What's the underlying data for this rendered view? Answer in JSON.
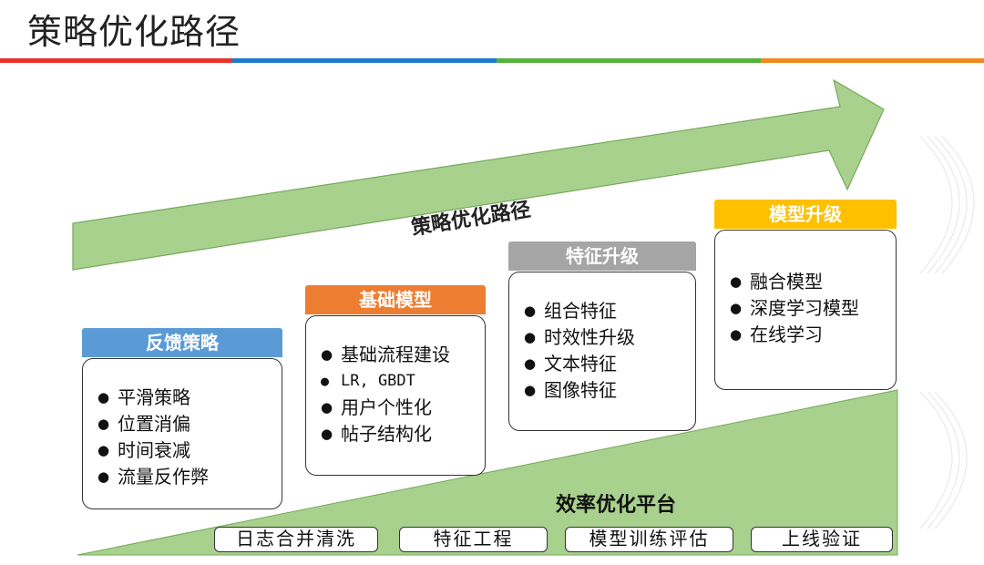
{
  "page": {
    "title": "策略优化路径",
    "title_bar_colors": [
      "#e8322a",
      "#1f7ad0",
      "#55b33a",
      "#f08a1e"
    ]
  },
  "arrow": {
    "label": "策略优化路径",
    "fill": "#a9d18e",
    "stroke": "#77a85a"
  },
  "stages": [
    {
      "title": "反馈策略",
      "color": "#5b9bd5",
      "items": [
        "平滑策略",
        "位置消偏",
        "时间衰减",
        "流量反作弊"
      ]
    },
    {
      "title": "基础模型",
      "color": "#ed7d31",
      "items": [
        "基础流程建设",
        "LR, GBDT",
        "用户个性化",
        "帖子结构化"
      ]
    },
    {
      "title": "特征升级",
      "color": "#a5a5a5",
      "items": [
        "组合特征",
        "时效性升级",
        "文本特征",
        "图像特征"
      ]
    },
    {
      "title": "模型升级",
      "color": "#ffc000",
      "items": [
        "融合模型",
        "深度学习模型",
        "在线学习"
      ]
    }
  ],
  "platform": {
    "title": "效率优化平台",
    "fill": "#a9d18e",
    "modules": [
      "日志合并清洗",
      "特征工程",
      "模型训练评估",
      "上线验证"
    ]
  },
  "icons": [
    "bullet-dot-icon",
    "decorative-arc-lines"
  ]
}
